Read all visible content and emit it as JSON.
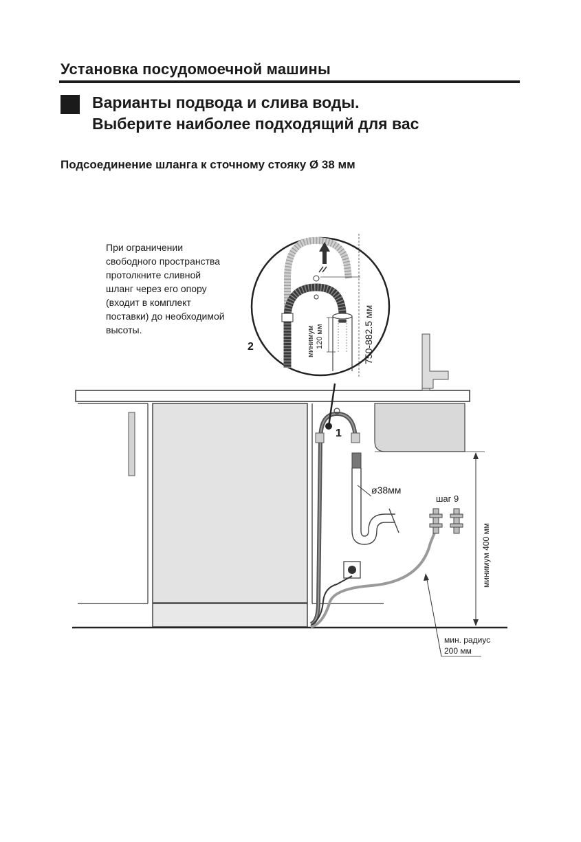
{
  "header": {
    "title": "Установка посудомоечной машины"
  },
  "section": {
    "line1": "Варианты подвода и слива воды.",
    "line2": "Выберите наиболее подходящий для вас"
  },
  "subheading": "Подсоединение шланга к сточному стояку Ø 38 мм",
  "note": {
    "lines": [
      "При ограничении",
      "свободного пространства",
      "протолкните сливной",
      "шланг через его опору",
      "(входит в комплект",
      "поставки) до необходимой",
      "высоты."
    ]
  },
  "callouts": {
    "one": "1",
    "two": "2"
  },
  "labels": {
    "height_range": "750-882.5 мм",
    "min_120_line1": "минимум",
    "min_120_line2": "120 мм",
    "diameter": "38мм",
    "diameter_symbol": "ø",
    "step": "шаг 9",
    "min_400": "минимум 400 мм",
    "min_radius_line1": "мин. радиус",
    "min_radius_line2": "200 мм"
  }
}
